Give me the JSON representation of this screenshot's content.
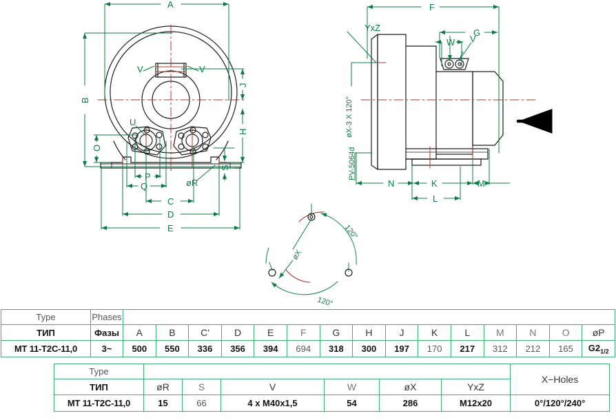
{
  "meta": {
    "sheet_width": 894,
    "sheet_height": 610,
    "colors": {
      "dimension_green": "#0b7a46",
      "centerline_red": "#a33a2a",
      "outline_black": "#1a1a1a",
      "table_border_green": "#3fae74"
    }
  },
  "drawing": {
    "front_view": {
      "name": "front-view",
      "dimension_labels": [
        "A",
        "B",
        "C",
        "D",
        "E",
        "H",
        "J",
        "O",
        "P",
        "Q",
        "S",
        "U",
        "V",
        "øR"
      ]
    },
    "side_view": {
      "name": "side-view",
      "dimension_labels": [
        "F",
        "G",
        "K",
        "L",
        "M",
        "N",
        "W",
        "V",
        "YxZ"
      ],
      "note_hole": "øX-3 X 120°",
      "note_code": "PV-5064d"
    },
    "hole_pattern_view": {
      "name": "bolt-circle-view",
      "diameter_label": "øX",
      "angle_labels": [
        "120°",
        "120°"
      ]
    }
  },
  "table_main": {
    "name": "dimensions-table-main",
    "row_type_en": [
      "Type",
      "Phases"
    ],
    "row_type_ru": [
      "ТИП",
      "Фазы"
    ],
    "headers": [
      "A",
      "B",
      "C'",
      "D",
      "E",
      "F",
      "G",
      "H",
      "J",
      "K",
      "L",
      "M",
      "N",
      "O",
      "øP"
    ],
    "model": "МТ 11-Т2С-11,0",
    "phases": "3~",
    "values": [
      "500",
      "550",
      "336",
      "356",
      "394",
      "694",
      "318",
      "300",
      "197",
      "170",
      "217",
      "312",
      "212",
      "165",
      "G2½"
    ],
    "p_value_main": "G2",
    "p_value_sub": "1/2"
  },
  "table_sub": {
    "name": "dimensions-table-sub",
    "row_type_en": "Type",
    "row_type_ru": "ТИП",
    "headers": [
      "øR",
      "S",
      "V",
      "W",
      "øX",
      "YxZ"
    ],
    "holes_header": "X−Holes",
    "model": "МТ 11-Т2С-11,0",
    "values": [
      "15",
      "66",
      "4 x M40x1,5",
      "54",
      "286",
      "M12x20"
    ],
    "holes_value": "0°/120°/240°"
  }
}
